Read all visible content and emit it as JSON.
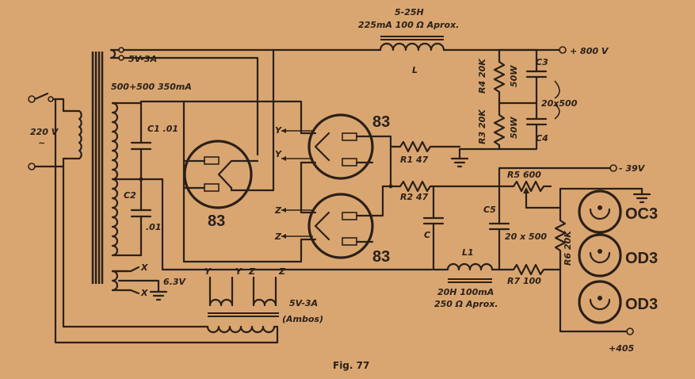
{
  "figure": {
    "caption": "Fig. 77"
  },
  "input": {
    "voltage": "220 V",
    "ac_symbol": "~"
  },
  "transformer": {
    "filament_rect": "5V-3A",
    "hv_secondary": "500+500 350mA",
    "filament_63": "6.3V",
    "x_label": "X"
  },
  "filament_transformer": {
    "rating": "5V-3A",
    "note": "(Ambos)",
    "terminals": [
      "Y",
      "Y",
      "Z",
      "Z"
    ]
  },
  "choke_top": {
    "inductance": "5-25H",
    "spec": "225mA 100 Ω Aprox.",
    "name": "L"
  },
  "choke_l1": {
    "name": "L1",
    "spec1": "20H 100mA",
    "spec2": "250 Ω Aprox."
  },
  "capacitors": {
    "c1": "C1 .01",
    "c2": "C2",
    "c2_value": ".01",
    "c3": "C3",
    "c4": "C4",
    "c3c4_value": "20x500",
    "c5": "C5",
    "c5_value": "20 x 500",
    "c": "C"
  },
  "resistors": {
    "r1": "R1 47",
    "r2": "R2 47",
    "r3": "R3 20K",
    "r3_power": "50W",
    "r4": "R4 20K",
    "r4_power": "50W",
    "r5": "R5 600",
    "r6": "R6 20K",
    "r7": "R7 100"
  },
  "tubes": {
    "rect_left": "83",
    "rect_right_top": "83",
    "rect_right_bottom": "83",
    "reg1": "OC3",
    "reg2": "OD3",
    "reg3": "OD3"
  },
  "heater_labels": {
    "y1": "Y",
    "y2": "Y",
    "z1": "Z",
    "z2": "Z"
  },
  "outputs": {
    "hv": "+ 800 V",
    "bias": "- 39V",
    "reg": "+405"
  }
}
